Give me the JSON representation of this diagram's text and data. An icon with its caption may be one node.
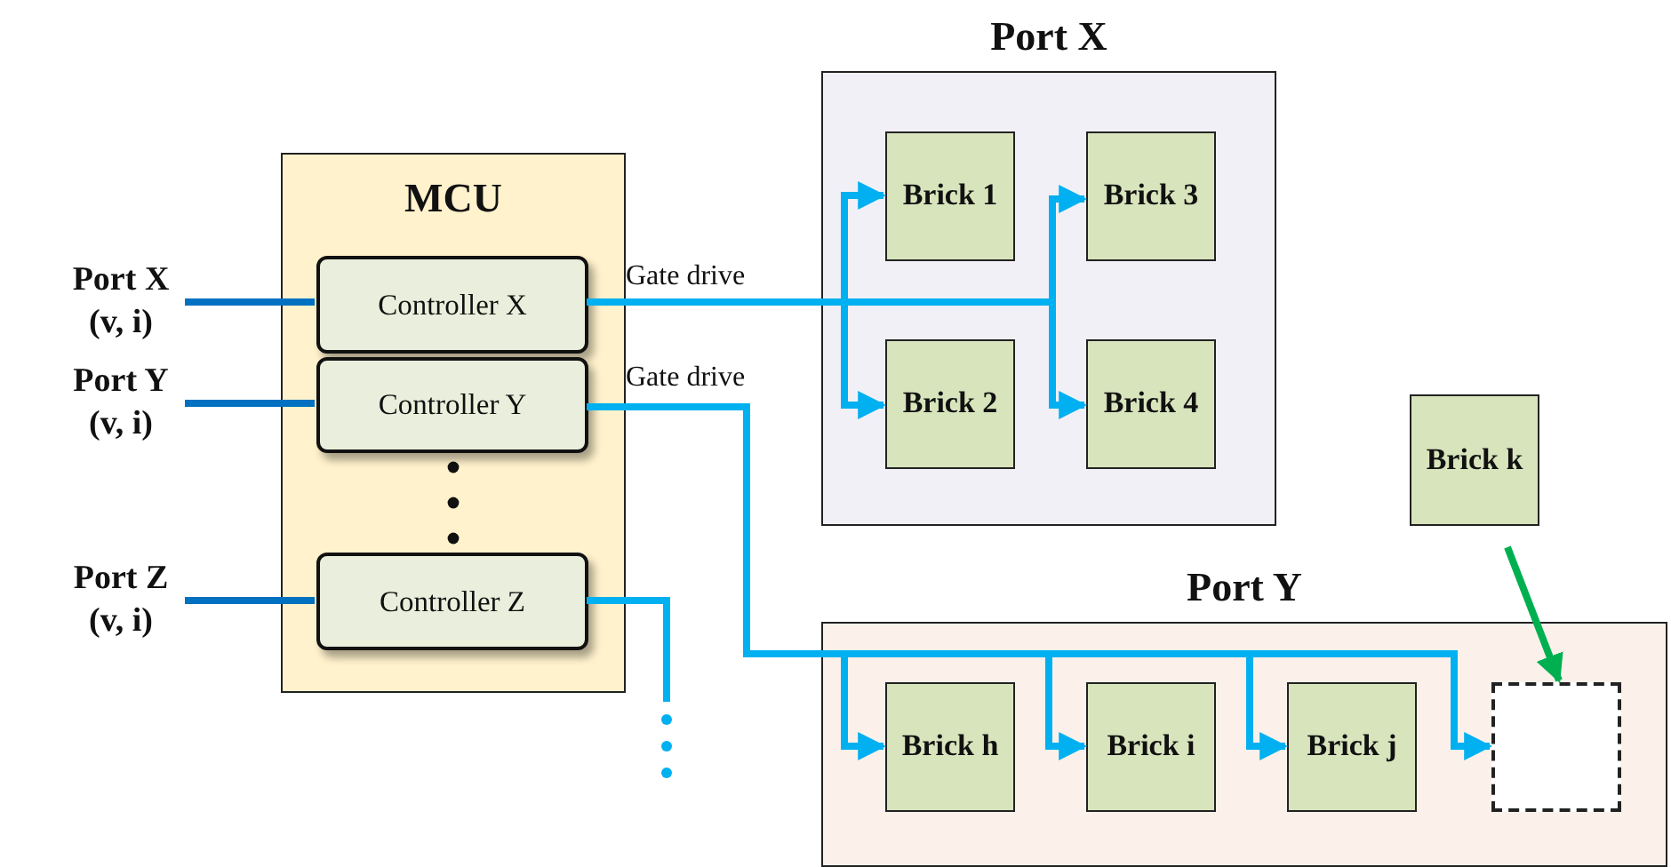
{
  "diagram": {
    "nodes": [
      {
        "text": [
          "Port X (v, i)"
        ]
      },
      {
        "text": [
          "Port Y (v, i)"
        ]
      },
      {
        "text": [
          "Port Z (v, i)"
        ]
      },
      {
        "text": [
          "MCU"
        ]
      },
      {
        "text": [
          "Controller X"
        ],
        "in": 3
      },
      {
        "text": [
          "Controller Y"
        ],
        "in": 3
      },
      {
        "text": [
          "Controller Z"
        ],
        "in": 3
      },
      {
        "text": [
          "Port X"
        ]
      },
      {
        "text": [
          "Brick 1"
        ],
        "in": 7
      },
      {
        "text": [
          "Brick 3"
        ],
        "in": 7
      },
      {
        "text": [
          "Brick 2"
        ],
        "in": 7
      },
      {
        "text": [
          "Brick 4"
        ],
        "in": 7
      },
      {
        "text": [
          "Brick k"
        ]
      },
      {
        "text": [
          "Port Y"
        ]
      },
      {
        "text": [
          "Brick h"
        ],
        "in": 13
      },
      {
        "text": [
          "Brick i"
        ],
        "in": 13
      },
      {
        "text": [
          "Brick j"
        ],
        "in": 13
      },
      {
        "text": [],
        "shape": "box",
        "in": 13
      }
    ],
    "edges": [
      {
        "from": 0,
        "to": 4,
        "arrow": "none",
        "color": "#0070c0"
      },
      {
        "from": 1,
        "to": 5,
        "arrow": "none",
        "color": "#0070c0"
      },
      {
        "from": 2,
        "to": 6,
        "arrow": "none",
        "color": "#0070c0"
      },
      {
        "from": 4,
        "to": 8,
        "arrow": "to",
        "label": "Gate drive"
      },
      {
        "from": 4,
        "to": 10,
        "arrow": "to"
      },
      {
        "from": 4,
        "to": 9,
        "arrow": "to"
      },
      {
        "from": 4,
        "to": 11,
        "arrow": "to"
      },
      {
        "from": 5,
        "to": 14,
        "arrow": "to",
        "label": "Gate drive"
      },
      {
        "from": 5,
        "to": 15,
        "arrow": "to"
      },
      {
        "from": 5,
        "to": 16,
        "arrow": "to"
      },
      {
        "from": 5,
        "to": 17,
        "arrow": "to"
      },
      {
        "from": 6,
        "to": null,
        "arrow": "none"
      },
      {
        "from": 12,
        "to": 17,
        "arrow": "to",
        "color": "#00b050"
      }
    ]
  }
}
